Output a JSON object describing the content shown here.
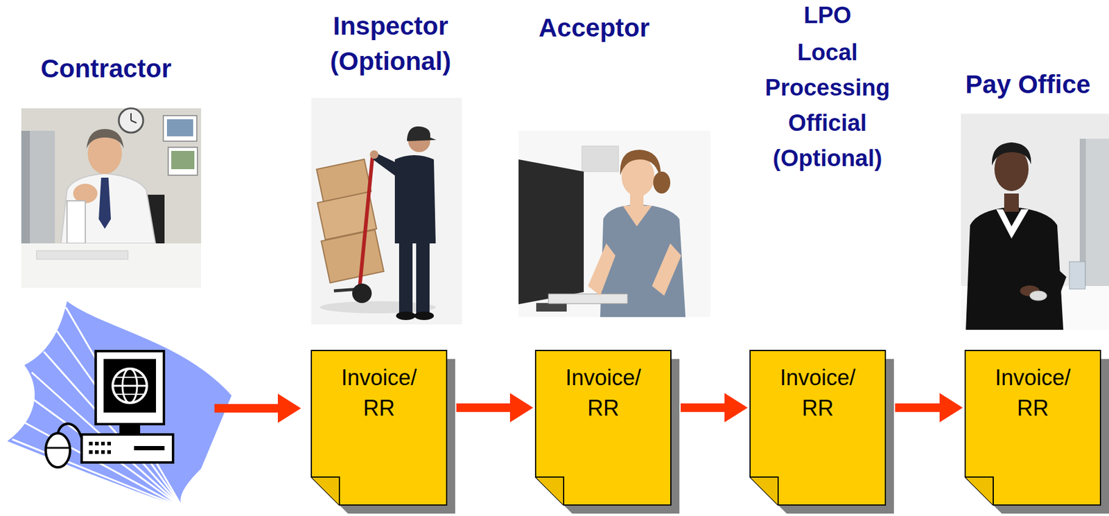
{
  "diagram": {
    "nodes": [
      {
        "text": [
          "Invoice/ RR"
        ]
      },
      {
        "text": [
          "Invoice/ RR"
        ]
      },
      {
        "text": [
          "Invoice/ RR"
        ]
      },
      {
        "text": [
          "Invoice/ RR"
        ]
      }
    ],
    "edges": [
      {
        "from": 0,
        "to": 1,
        "arrow": "to"
      },
      {
        "from": 1,
        "to": 2,
        "arrow": "to"
      },
      {
        "from": 2,
        "to": 3,
        "arrow": "to"
      }
    ],
    "labels": [
      "Contractor",
      "Inspector (Optional)",
      "Acceptor",
      "LPO",
      "Local Processing Official (Optional)",
      "Pay Office"
    ]
  }
}
